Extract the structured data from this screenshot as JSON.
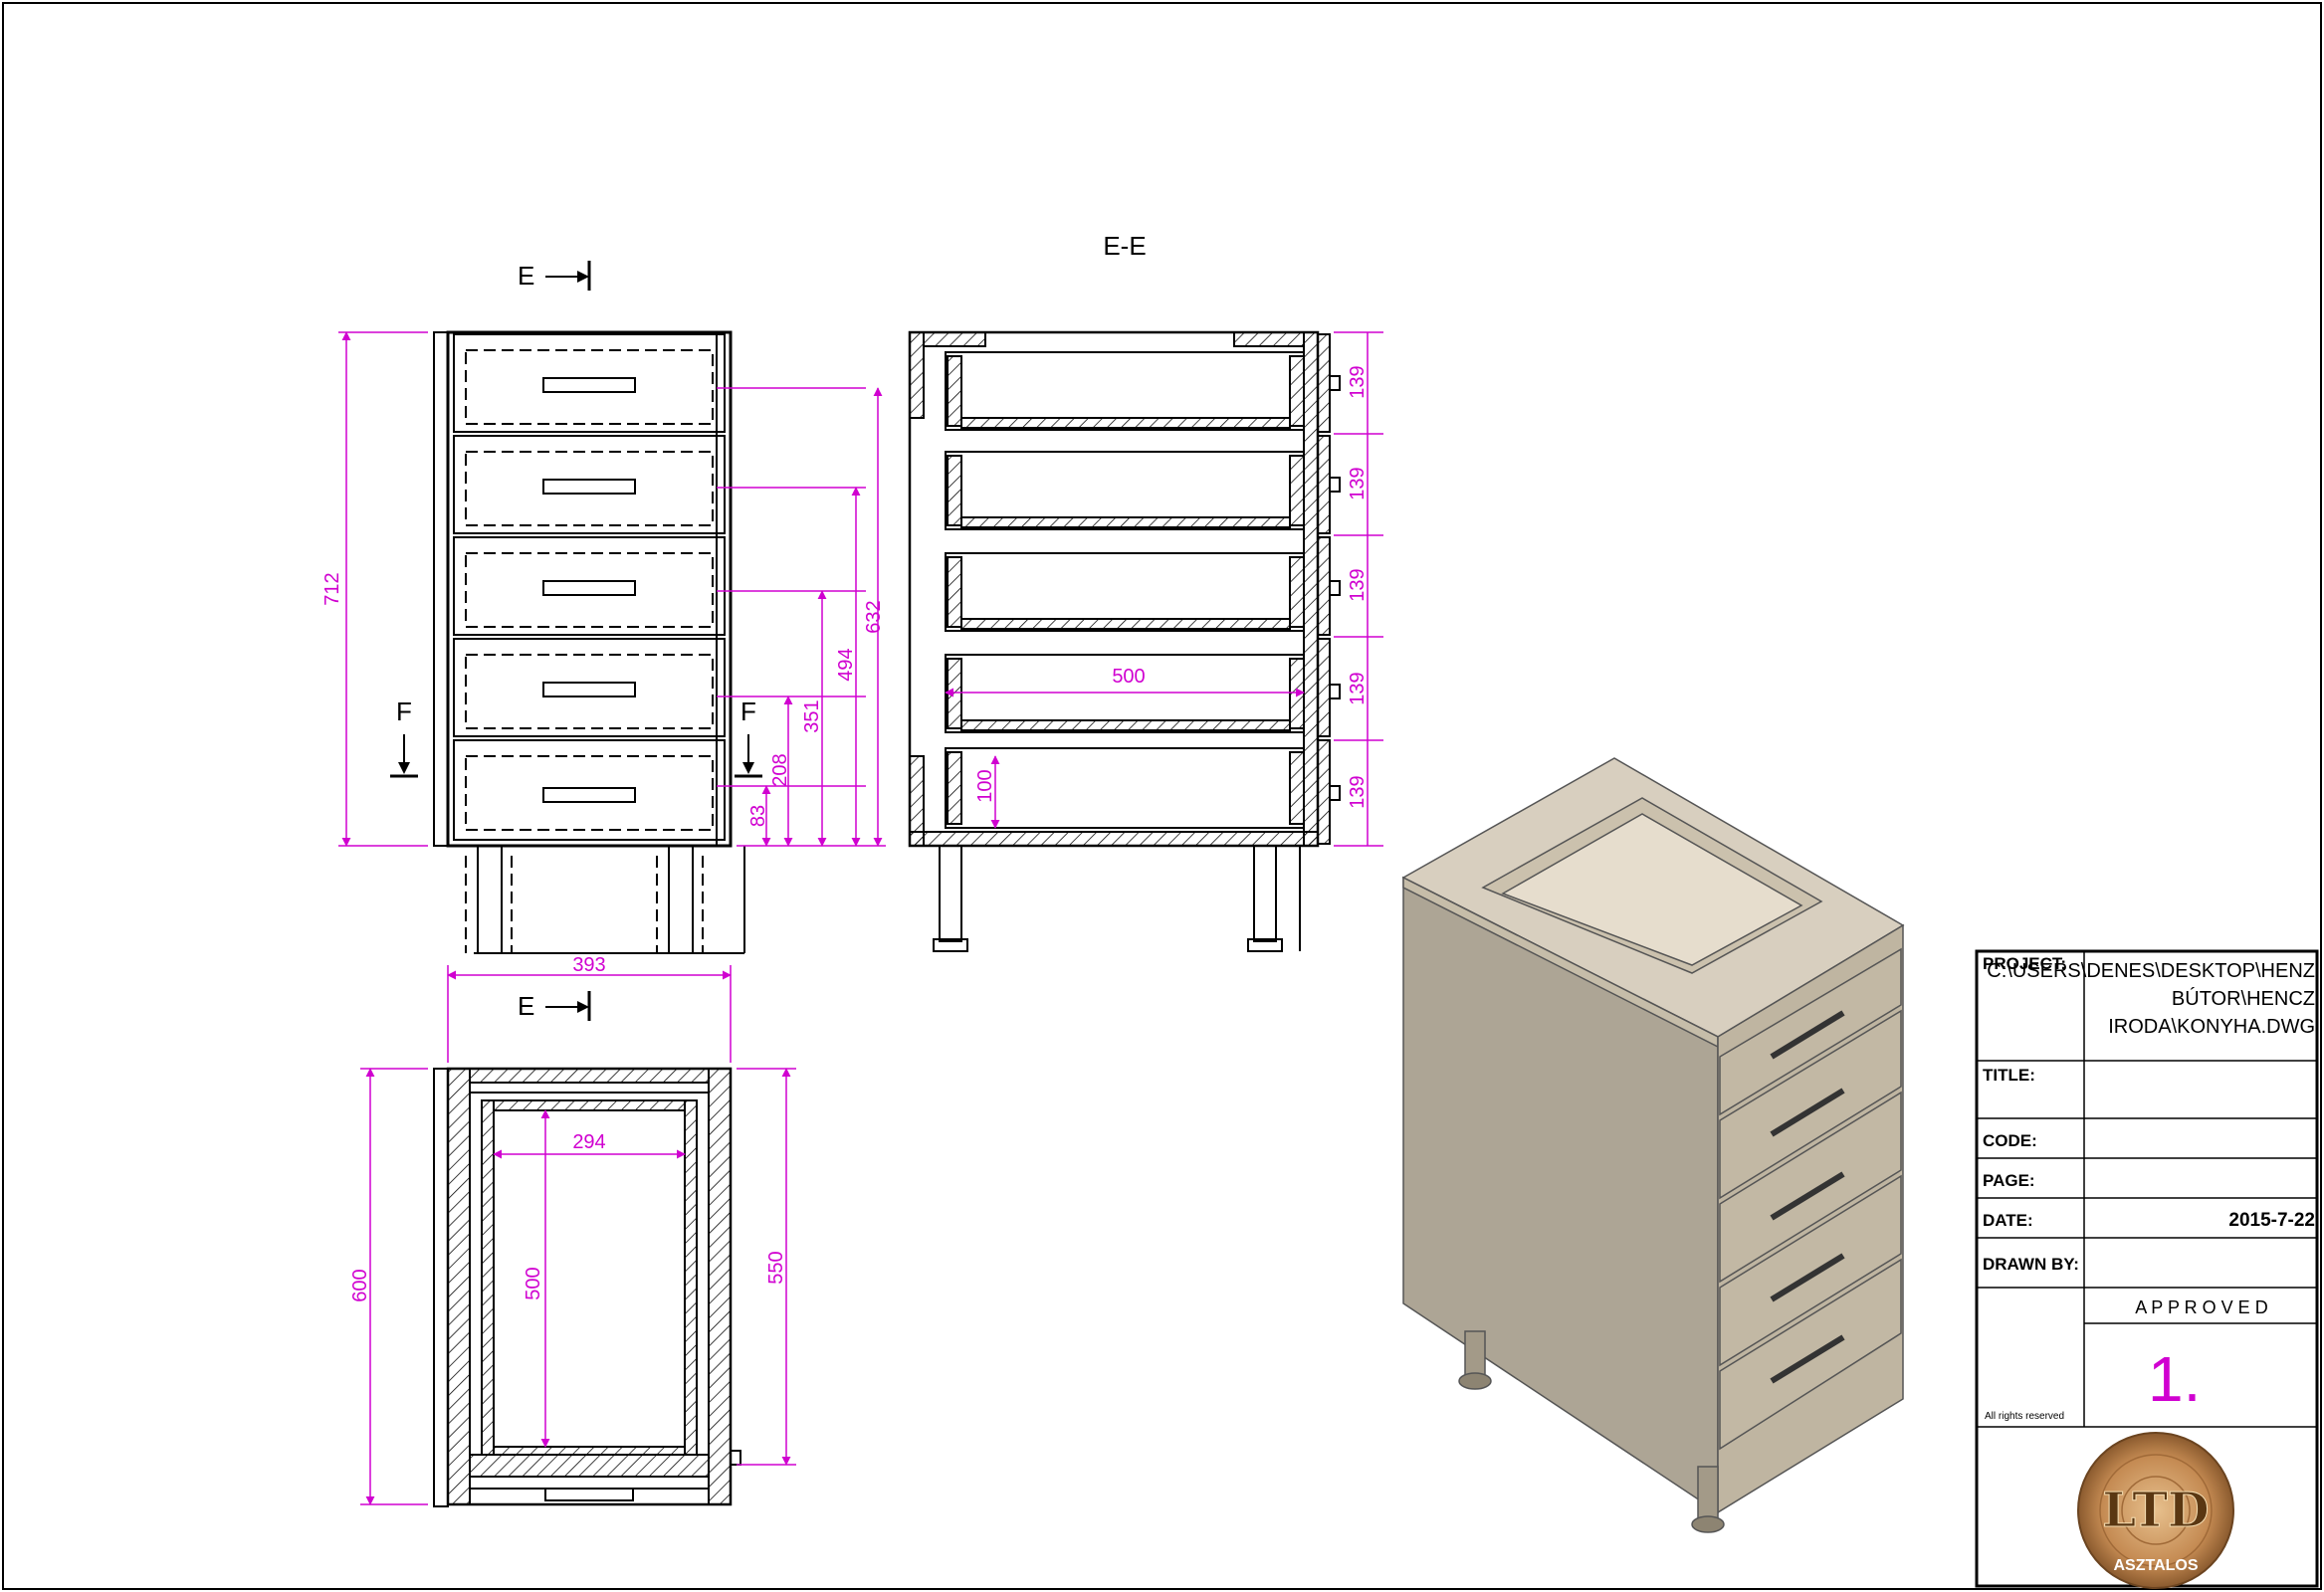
{
  "views": {
    "section_title": "E-E",
    "cut_label_e": "E",
    "cut_label_f": "F"
  },
  "dimensions": {
    "front_height": "712",
    "front_levels": [
      "632",
      "494",
      "351",
      "208",
      "83"
    ],
    "top_width": "393",
    "plan_depth": "600",
    "plan_inner_depth": "500",
    "plan_inner_width": "294",
    "plan_side_depth": "550",
    "section_drawer_heights": [
      "139",
      "139",
      "139",
      "139",
      "139"
    ],
    "section_drawer_depth": "500",
    "section_drawer_side": "100"
  },
  "title_block": {
    "project_label": "PROJECT:",
    "path_lines": [
      "C:\\USERS\\DENES\\DESKTOP\\HENZ",
      "BÚTOR\\HENCZ",
      "IRODA\\KONYHA.DWG"
    ],
    "title_label": "TITLE:",
    "code_label": "CODE:",
    "page_label": "PAGE:",
    "date_label": "DATE:",
    "date_value": "2015-7-22",
    "drawn_by_label": "DRAWN BY:",
    "approved_label": "A P P R O V E D",
    "rights_label": "All rights reserved",
    "sheet_number": "1.",
    "logo_text": "LTD",
    "logo_sub": "ASZTALOS"
  },
  "colors": {
    "dimension": "#d000d0",
    "line": "#000000",
    "cabinet_face": "#ada595",
    "cabinet_top": "#d8cfbf"
  }
}
